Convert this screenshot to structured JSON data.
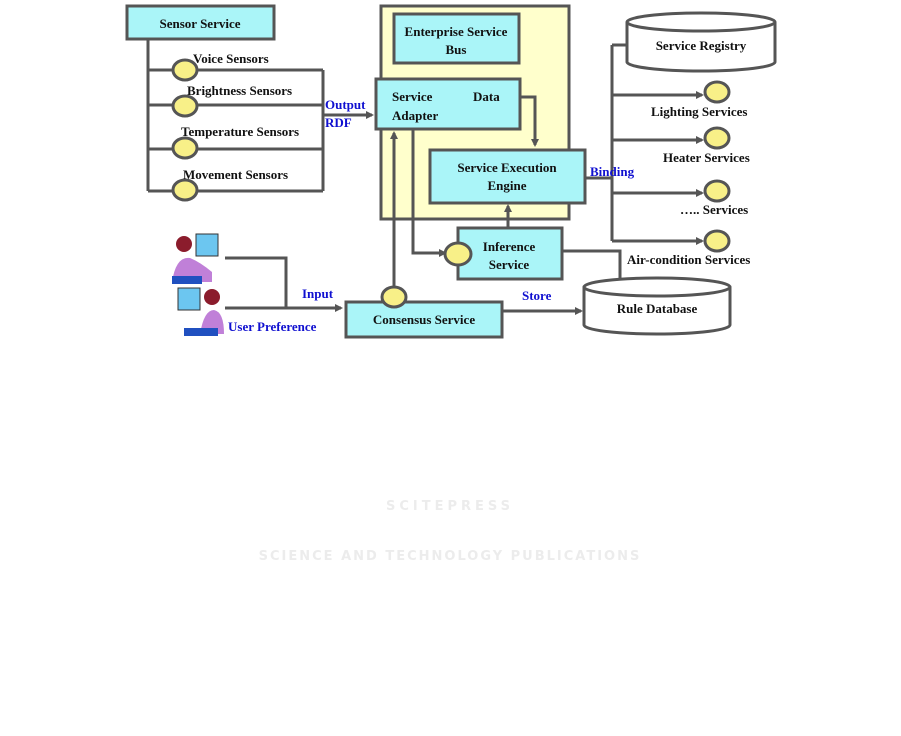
{
  "sensor_service": {
    "title": "Sensor Service",
    "sensors": [
      "Voice Sensors",
      "Brightness Sensors",
      "Temperature Sensors",
      "Movement Sensors"
    ]
  },
  "output_label": [
    "Output",
    "RDF"
  ],
  "esb": {
    "title_line1": "Enterprise Service",
    "title_line2": "Bus",
    "fill": "#ffffcc"
  },
  "adapter": {
    "line1a": "Service",
    "line1b": "Data",
    "line2": "Adapter"
  },
  "engine": {
    "line1": "Service Execution",
    "line2": "Engine"
  },
  "inference": {
    "line1": "Inference",
    "line2": "Service"
  },
  "consensus": {
    "title": "Consensus Service"
  },
  "users": {
    "input_label": "Input",
    "preference_label": "User Preference"
  },
  "store_label": "Store",
  "rule_db": "Rule Database",
  "binding_label": "Binding",
  "registry": "Service Registry",
  "services": [
    "Lighting Services",
    "Heater Services",
    "….. Services",
    "Air-condition Services"
  ],
  "watermark": {
    "line1": "SCITEPRESS",
    "line2": "SCIENCE AND TECHNOLOGY PUBLICATIONS"
  },
  "colors": {
    "box": "#aaf5f8",
    "node": "#f8f088",
    "label_blue": "#1010d0"
  }
}
